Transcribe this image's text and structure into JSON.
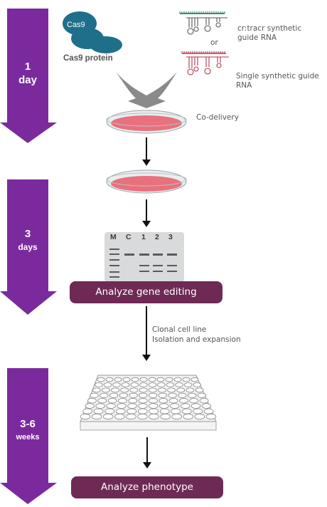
{
  "timeline": {
    "stage1": {
      "number": "1",
      "unit": "day"
    },
    "stage2": {
      "number": "3",
      "unit": "days"
    },
    "stage3": {
      "number": "3-6",
      "unit": "weeks"
    }
  },
  "cas9": {
    "blob_label": "Cas9",
    "caption": "Cas9 protein"
  },
  "guides": {
    "crtracr": "cr:tracr synthetic guide RNA",
    "crtracr_line1": "cr:tracr synthetic",
    "crtracr_line2": "guide RNA",
    "or": "or",
    "single_line1": "Single synthetic guide",
    "single_line2": "RNA"
  },
  "steps": {
    "codelivery": "Co-delivery",
    "clonal_line1": "Clonal cell line",
    "clonal_line2": "Isolation and expansion",
    "analyze_gene_editing": "Analyze gene editing",
    "analyze_phenotype": "Analyze phenotype"
  },
  "gel": {
    "lanes": [
      "M",
      "C",
      "1",
      "2",
      "3"
    ]
  },
  "colors": {
    "purple": "#7b2a9e",
    "maroon": "#6e2a55",
    "teal": "#1f6f8b",
    "pink": "#e8717d",
    "gray_arrow": "#8a8a8a"
  }
}
